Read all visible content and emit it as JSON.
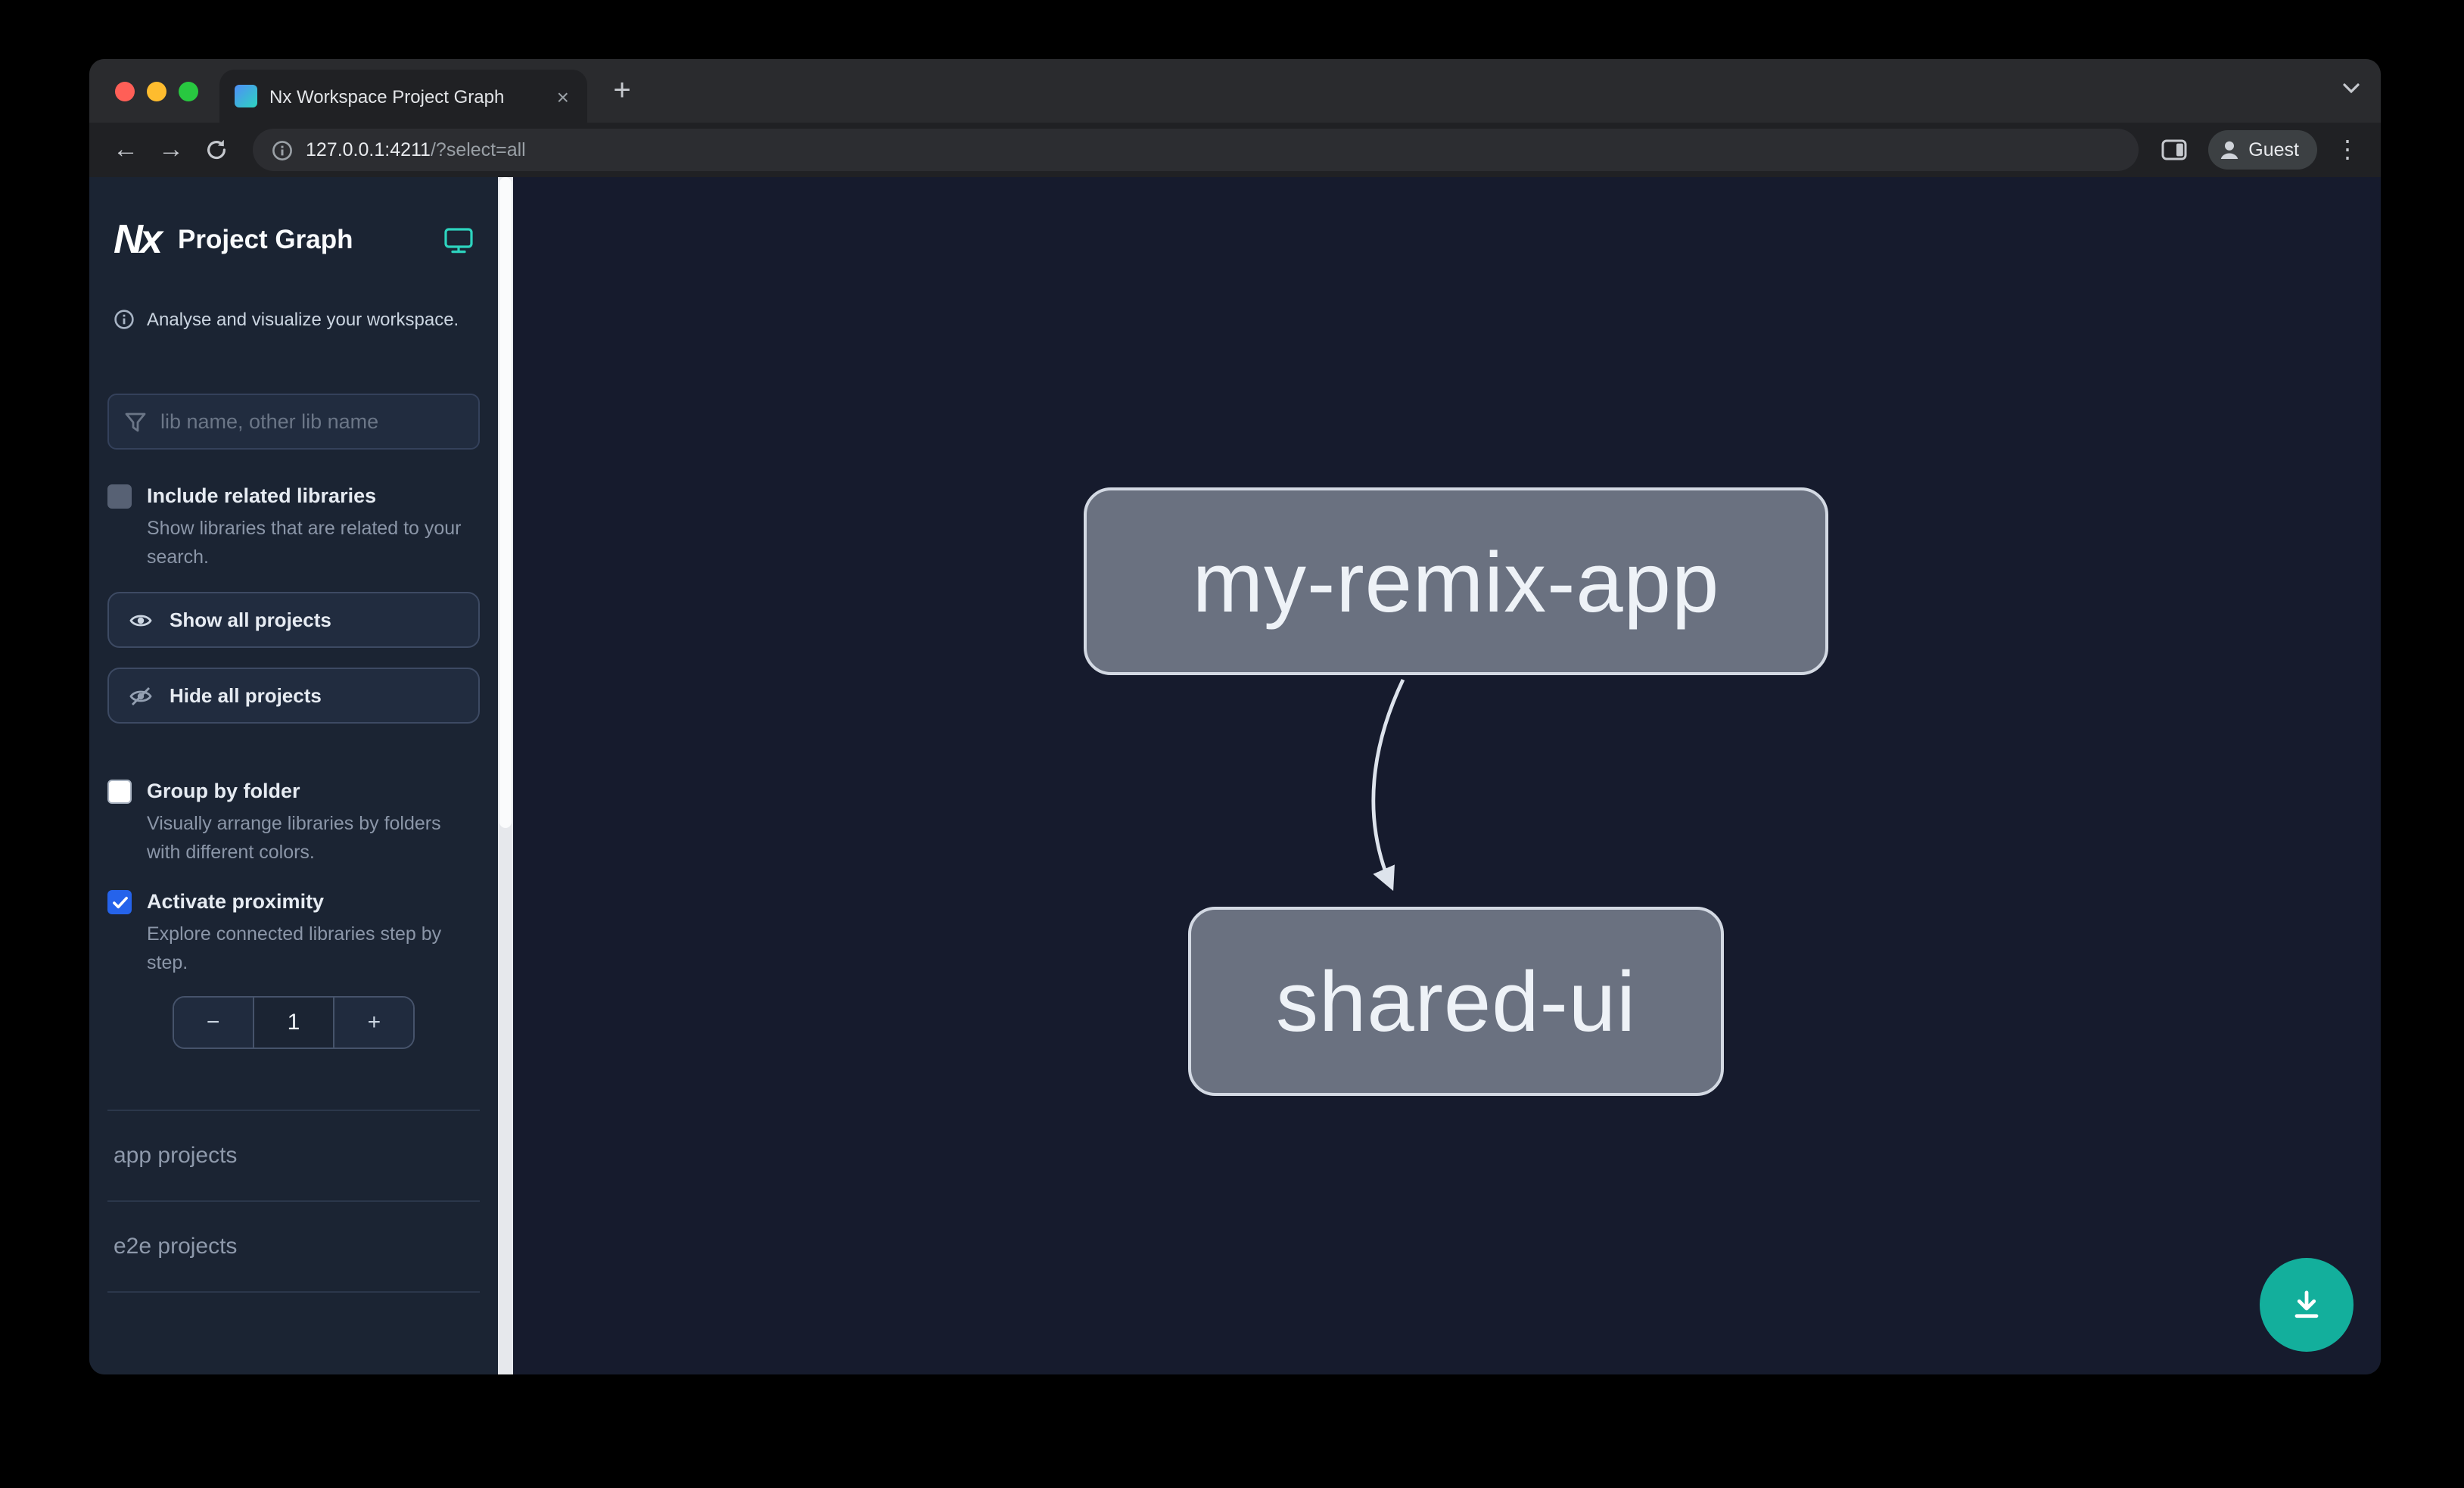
{
  "browser": {
    "tab_title": "Nx Workspace Project Graph",
    "url": {
      "host": "127.0.0.1:4211",
      "path": "/?select=all"
    },
    "profile": "Guest"
  },
  "icons": {
    "back": "←",
    "forward": "→",
    "close_tab": "×",
    "new_tab": "+",
    "kebab": "⋮",
    "minus": "−",
    "plus": "+"
  },
  "sidebar": {
    "logo": "Nx",
    "title": "Project Graph",
    "tagline": "Analyse and visualize your workspace.",
    "filter_placeholder": "lib name, other lib name",
    "include_related": {
      "label": "Include related libraries",
      "description": "Show libraries that are related to your search."
    },
    "show_all": "Show all projects",
    "hide_all": "Hide all projects",
    "group_by_folder": {
      "label": "Group by folder",
      "description": "Visually arrange libraries by folders with different colors."
    },
    "activate_proximity": {
      "label": "Activate proximity",
      "description": "Explore connected libraries step by step.",
      "value": "1"
    },
    "sections": [
      {
        "label": "app projects"
      },
      {
        "label": "e2e projects"
      }
    ]
  },
  "graph": {
    "nodes": [
      {
        "label": "my-remix-app"
      },
      {
        "label": "shared-ui"
      }
    ],
    "edges": [
      {
        "from": "my-remix-app",
        "to": "shared-ui"
      }
    ]
  },
  "colors": {
    "accent_teal": "#13af9c",
    "checkbox_blue": "#2563eb",
    "node_fill": "#6a7180",
    "node_border": "#d3d9e3",
    "sidebar_bg": "#1b2433",
    "canvas_bg": "#161b2d"
  }
}
